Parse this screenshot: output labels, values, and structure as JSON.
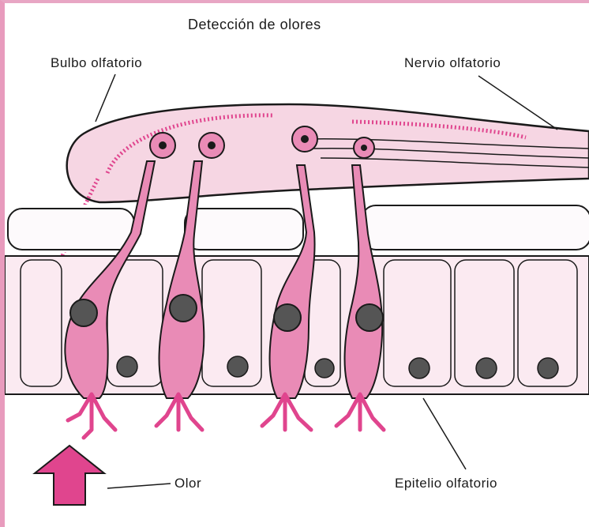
{
  "title": "Detección de olores",
  "labels": {
    "bulbo": "Bulbo olfatorio",
    "nervio": "Nervio olfatorio",
    "olor": "Olor",
    "epitelio": "Epitelio olfatorio"
  },
  "colors": {
    "border": "#e89bbd",
    "pink_dark": "#e0458e",
    "pink_cell": "#e98bb6",
    "pink_light": "#f6d6e3",
    "pink_pale": "#fbeaf1",
    "ink": "#1a1a1a"
  }
}
